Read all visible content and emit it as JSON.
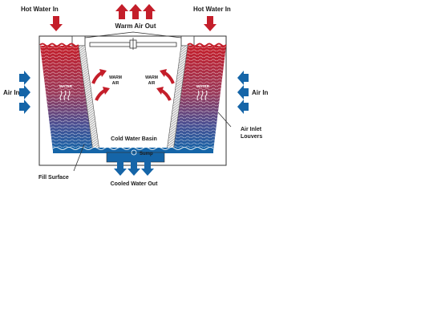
{
  "labels": {
    "hot_water_in_left": "Hot Water In",
    "hot_water_in_right": "Hot Water In",
    "warm_air_out": "Warm Air Out",
    "air_in_left": "Air In",
    "air_in_right": "Air In",
    "water_left": "WATER",
    "water_right": "WATER",
    "warm_air_left_1": "WARM",
    "warm_air_left_2": "AIR",
    "warm_air_right_1": "WARM",
    "warm_air_right_2": "AIR",
    "cold_water_basin": "Cold Water Basin",
    "sump": "Sump",
    "fill_surface": "Fill Surface",
    "air_inlet_louvers_1": "Air Inlet",
    "air_inlet_louvers_2": "Louvers",
    "cooled_water_out": "Cooled Water Out"
  },
  "colors": {
    "hot": "#c41e2a",
    "cold": "#1565a8",
    "outline": "#333333"
  }
}
